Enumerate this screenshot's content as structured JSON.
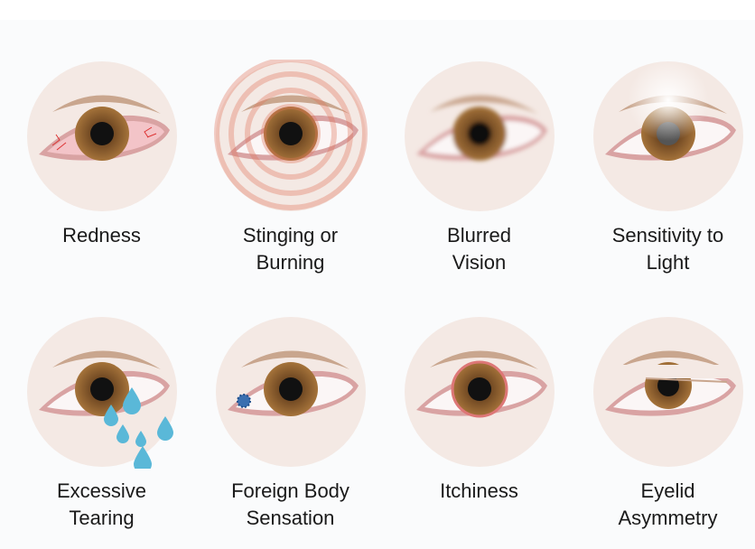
{
  "symptoms": [
    {
      "line1": "Redness",
      "line2": "",
      "variant": "redness"
    },
    {
      "line1": "Stinging or",
      "line2": "Burning",
      "variant": "stinging"
    },
    {
      "line1": "Blurred",
      "line2": "Vision",
      "variant": "blurred"
    },
    {
      "line1": "Sensitivity to",
      "line2": "Light",
      "variant": "light"
    },
    {
      "line1": "Excessive",
      "line2": "Tearing",
      "variant": "tearing"
    },
    {
      "line1": "Foreign Body",
      "line2": "Sensation",
      "variant": "foreign"
    },
    {
      "line1": "Itchiness",
      "line2": "",
      "variant": "itch"
    },
    {
      "line1": "Eyelid",
      "line2": "Asymmetry",
      "variant": "eyelid"
    }
  ],
  "colors": {
    "circle": "#f4e9e4",
    "iris": "#a5733a",
    "pupil": "#111111",
    "lid": "#d9a3a3",
    "tear": "#5ab8d8",
    "accent": "#e0725a"
  }
}
